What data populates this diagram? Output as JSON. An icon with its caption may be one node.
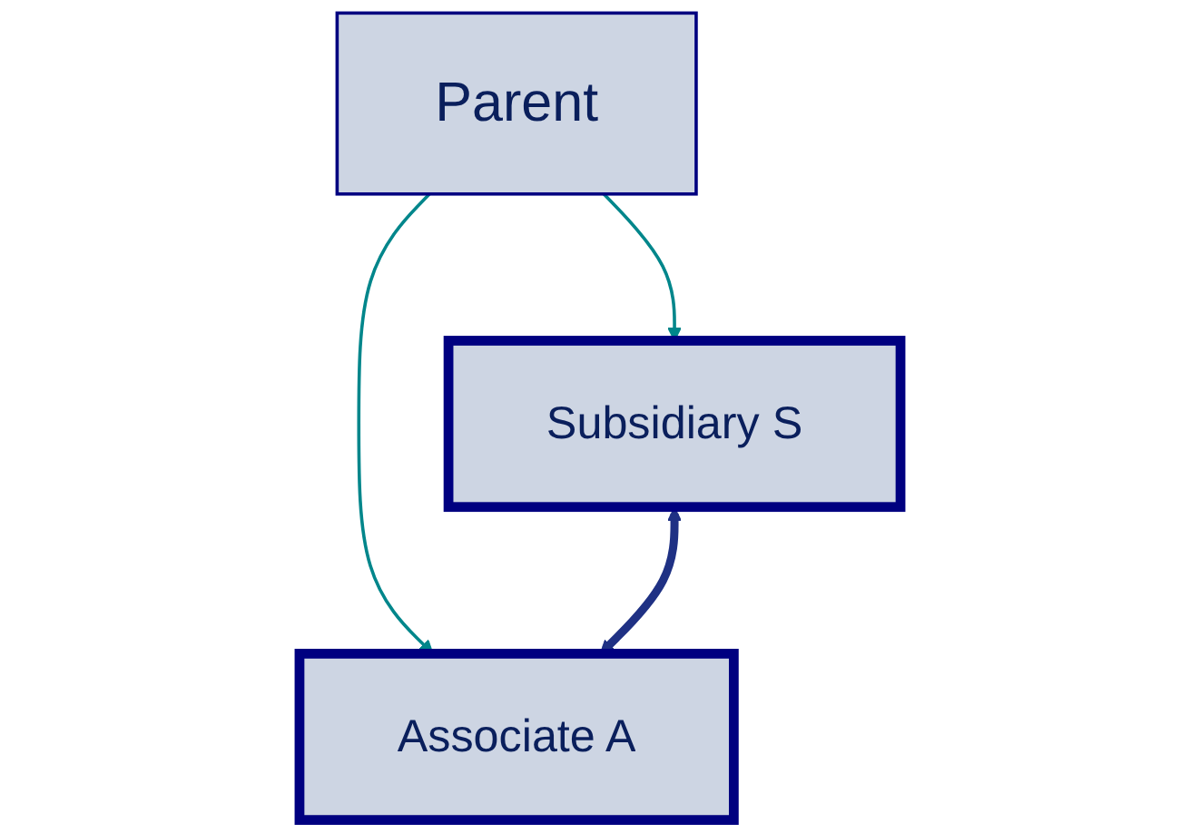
{
  "diagram": {
    "nodes": [
      {
        "text": [
          "Parent"
        ]
      },
      {
        "text": [
          "Subsidiary S"
        ]
      },
      {
        "text": [
          "Associate A"
        ]
      }
    ],
    "edges": [
      {
        "from": 0,
        "to": 1,
        "arrow": "to"
      },
      {
        "from": 0,
        "to": 2,
        "arrow": "to"
      },
      {
        "from": 1,
        "to": 2,
        "arrow": "both",
        "style": "thick",
        "color": "#1f3184"
      }
    ]
  }
}
